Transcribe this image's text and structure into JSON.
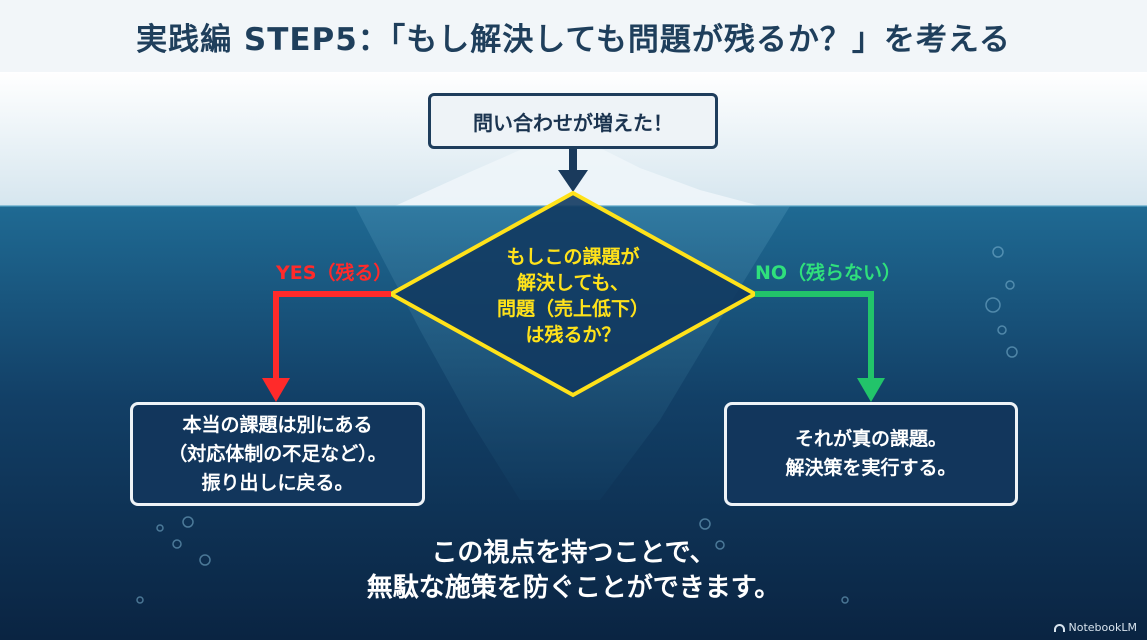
{
  "slide": {
    "title": "実践編 STEP5：「もし解決しても問題が残るか？」を考える",
    "top_box": "問い合わせが増えた！",
    "decision": [
      "もしこの課題が",
      "解決しても、",
      "問題（売上低下）",
      "は残るか？"
    ],
    "yes_label": "YES（残る）",
    "no_label": "NO（残らない）",
    "yes_result": [
      "本当の課題は別にある",
      "（対応体制の不足など）。",
      "振り出しに戻る。"
    ],
    "no_result": [
      "それが真の課題。",
      "解決策を実行する。"
    ],
    "conclusion": [
      "この視点を持つことで、",
      "無駄な施策を防ぐことができます。"
    ],
    "brand": "NotebookLM"
  },
  "colors": {
    "yes": "#ff2a2a",
    "no": "#2fe07c",
    "decision": "#ffe21a",
    "arrow_top": "#1a3a5c"
  }
}
